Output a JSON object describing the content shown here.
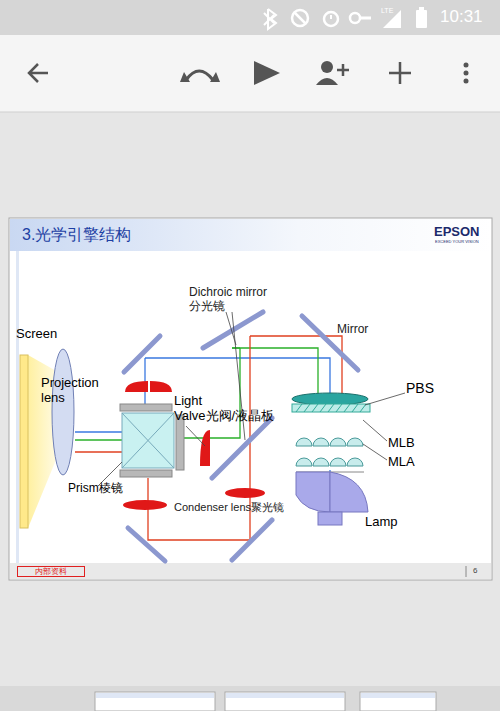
{
  "diagram": {
    "title": "3.光学引擎结构",
    "nodes": [
      {
        "text": [
          "内部资料"
        ]
      }
    ],
    "labels": [
      "EPSON",
      "EXCEED YOUR VISION",
      "Dichroic mirror分光镜",
      "Mirror",
      "Screen",
      "Projection lens",
      "PBS",
      "Light Valve光阀/液晶板",
      "MLB",
      "MLA",
      "Prism棱镜",
      "Condenser lens聚光镜",
      "Lamp",
      "6",
      "10:31",
      "LTE"
    ]
  }
}
